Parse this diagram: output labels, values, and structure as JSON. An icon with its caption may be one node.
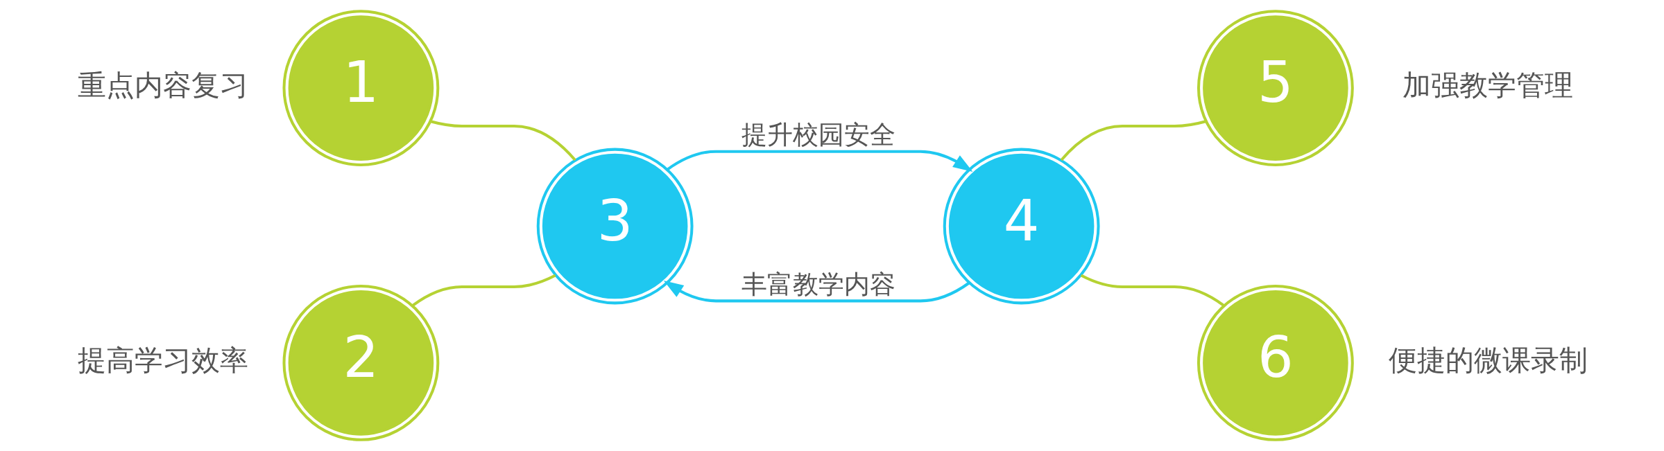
{
  "diagram": {
    "nodes": [
      {
        "text": [
          "1"
        ],
        "beside": [
          "重点内容复习"
        ]
      },
      {
        "text": [
          "2"
        ],
        "beside": [
          "提高学习效率"
        ]
      },
      {
        "text": [
          "3"
        ]
      },
      {
        "text": [
          "4"
        ]
      },
      {
        "text": [
          "5"
        ],
        "beside": [
          "加强教学管理"
        ]
      },
      {
        "text": [
          "6"
        ],
        "beside": [
          "便捷的微课录制"
        ]
      }
    ],
    "edges": [
      {
        "from": 0,
        "to": 2,
        "arrow": "none"
      },
      {
        "from": 1,
        "to": 2,
        "arrow": "none"
      },
      {
        "from": 2,
        "to": 3,
        "arrow": "to",
        "label": "提升校园安全",
        "color": "#1fc8f0"
      },
      {
        "from": 3,
        "to": 2,
        "arrow": "to",
        "label": "丰富教学内容",
        "color": "#1fc8f0"
      },
      {
        "from": 3,
        "to": 4,
        "arrow": "none"
      },
      {
        "from": 3,
        "to": 5,
        "arrow": "none"
      }
    ]
  }
}
